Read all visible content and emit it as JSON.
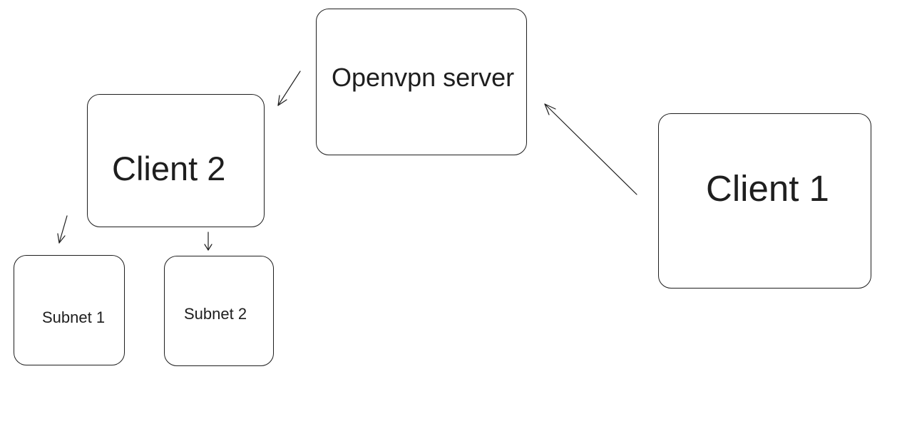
{
  "diagram": {
    "nodes": {
      "server": {
        "label": "Openvpn server"
      },
      "client1": {
        "label": "Client 1"
      },
      "client2": {
        "label": "Client 2"
      },
      "subnet1": {
        "label": "Subnet 1"
      },
      "subnet2": {
        "label": "Subnet 2"
      }
    },
    "edges": [
      {
        "from": "Client 1",
        "to": "Openvpn server"
      },
      {
        "from": "Openvpn server",
        "to": "Client 2"
      },
      {
        "from": "Client 2",
        "to": "Subnet 1"
      },
      {
        "from": "Client 2",
        "to": "Subnet 2"
      }
    ],
    "colors": {
      "stroke": "#1e1e1e",
      "background": "#ffffff"
    }
  }
}
